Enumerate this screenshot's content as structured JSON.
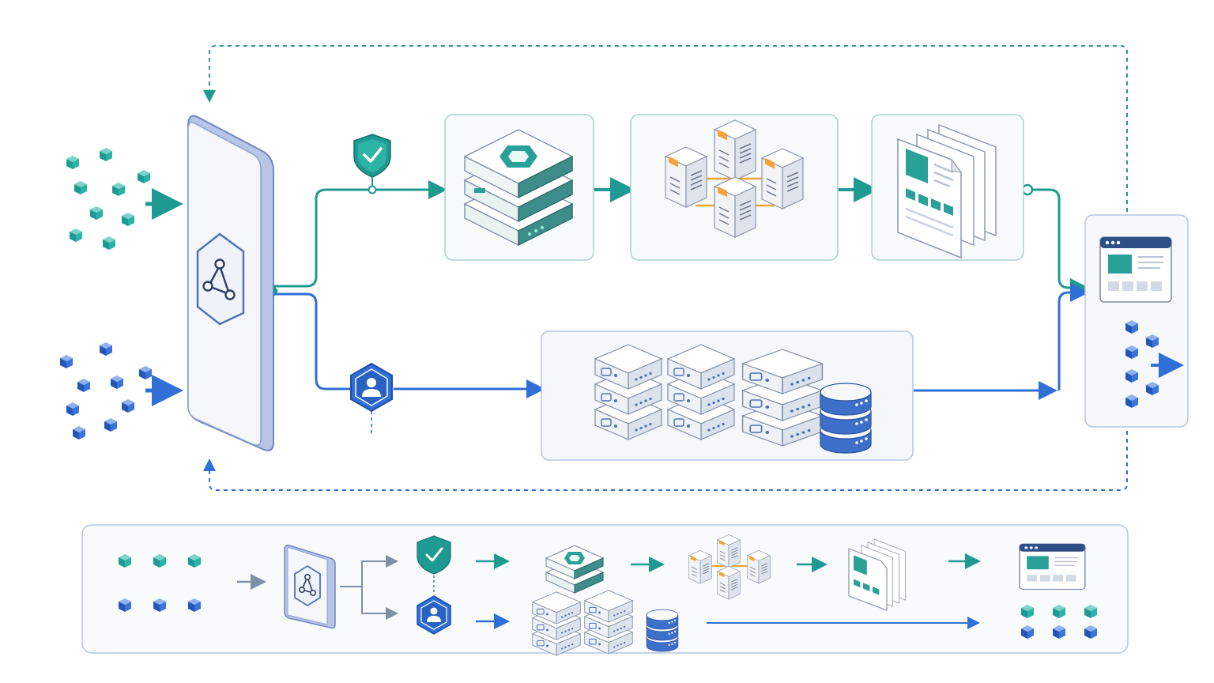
{
  "colors": {
    "teal": "#1f9a93",
    "teal_light": "#54b9b0",
    "blue": "#2f6fd6",
    "blue_dark": "#1f4fa8",
    "panel_border": "#a9d3cf",
    "panel_border_blue": "#b3c7e6",
    "panel_fill": "#f6fafb",
    "device_fill": "#f4f6fa",
    "device_edge": "#7d93c9",
    "orange": "#f0a43a",
    "slate": "#5c6b80"
  },
  "icons": {
    "gateway": "network-graph-icon",
    "security_check": "shield-check-icon",
    "user_auth": "user-hexagon-icon",
    "cache": "octagon-server-stack-icon",
    "cluster": "server-cluster-icon",
    "documents": "document-stack-icon",
    "storage": "server-rack-icon",
    "database": "database-icon",
    "client_window": "browser-window-icon",
    "packet": "cube-icon"
  },
  "flows": {
    "top_path": "teal",
    "bottom_path": "blue",
    "feedback_loop": "dashed"
  }
}
